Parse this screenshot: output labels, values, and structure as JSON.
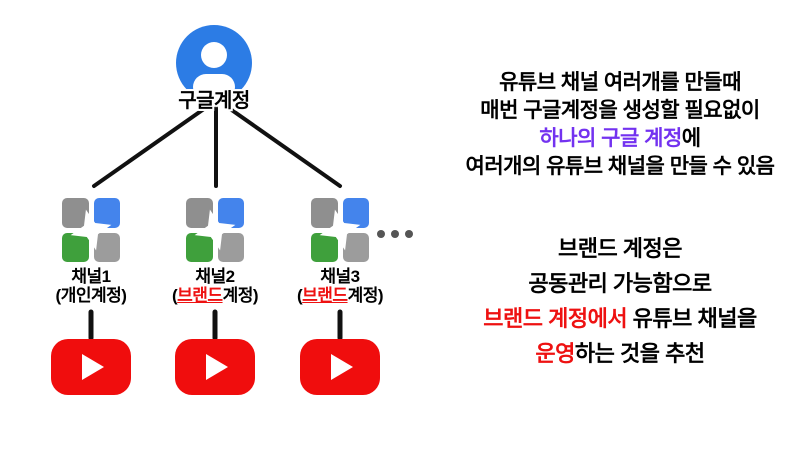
{
  "colors": {
    "google_blue": "#2C7CE5",
    "tile_gray_top": "#8F8F8F",
    "tile_gray_bottom": "#9C9C9C",
    "tile_blue": "#4484EC",
    "tile_green": "#3FA03C",
    "youtube_red": "#F00D0D",
    "highlight_purple": "#7332F0",
    "highlight_red": "#EE1111",
    "line_black": "#111111",
    "dots_gray": "#555555"
  },
  "diagram": {
    "root": {
      "label": "구글계정"
    },
    "channels": [
      {
        "name": "채널1",
        "paren_open": "(",
        "type_em": "",
        "type_rest": "개인계정)"
      },
      {
        "name": "채널2",
        "paren_open": "(",
        "type_em": "브랜드",
        "type_rest": "계정)"
      },
      {
        "name": "채널3",
        "paren_open": "(",
        "type_em": "브랜드",
        "type_rest": "계정)"
      }
    ]
  },
  "notes": {
    "paragraph1": {
      "line1": "유튜브 채널 여러개를 만들때",
      "line2": "매번 구글계정을 생성할 필요없이",
      "line3_em": "하나의 구글 계정",
      "line3_rest": "에",
      "line4": "여러개의 유튜브 채널을 만들 수 있음"
    },
    "paragraph2": {
      "line1": "브랜드 계정은",
      "line2": "공동관리 가능함으로",
      "line3_em": "브랜드 계정에서",
      "line3_rest": " 유튜브 채널을",
      "line4_em": "운영",
      "line4_rest": "하는 것을 추천"
    }
  }
}
